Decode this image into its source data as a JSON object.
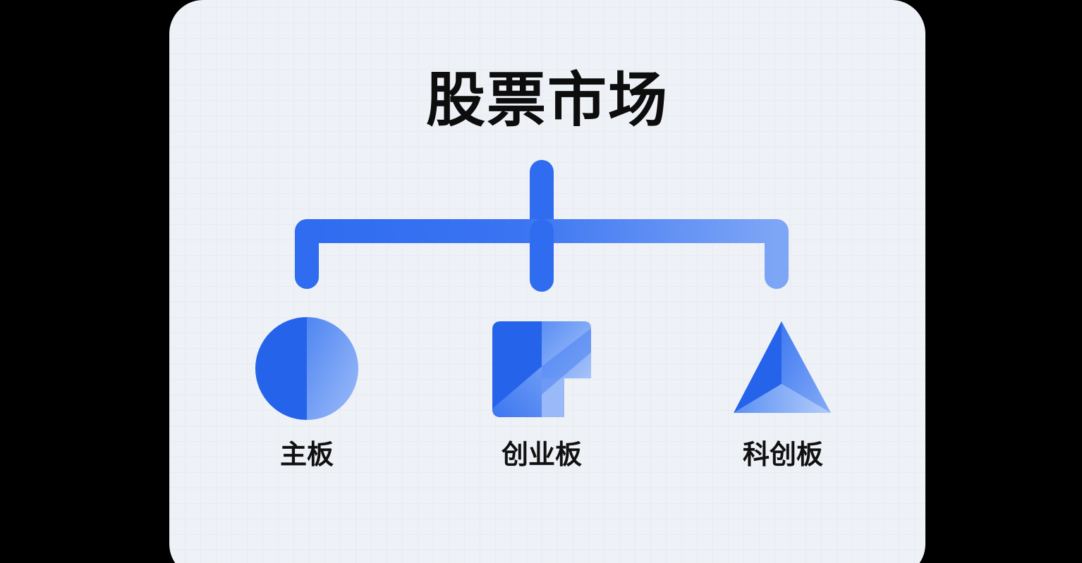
{
  "diagram": {
    "title": "股票市场",
    "branches": [
      {
        "label": "主板",
        "icon": "circle-icon"
      },
      {
        "label": "创业板",
        "icon": "square-notch-icon"
      },
      {
        "label": "科创板",
        "icon": "triangle-icon"
      }
    ]
  },
  "colors": {
    "accent": "#2563eb",
    "accent_light": "#93b4f8",
    "card_background": "#eef1f6",
    "page_background": "#000000",
    "text": "#111111"
  }
}
